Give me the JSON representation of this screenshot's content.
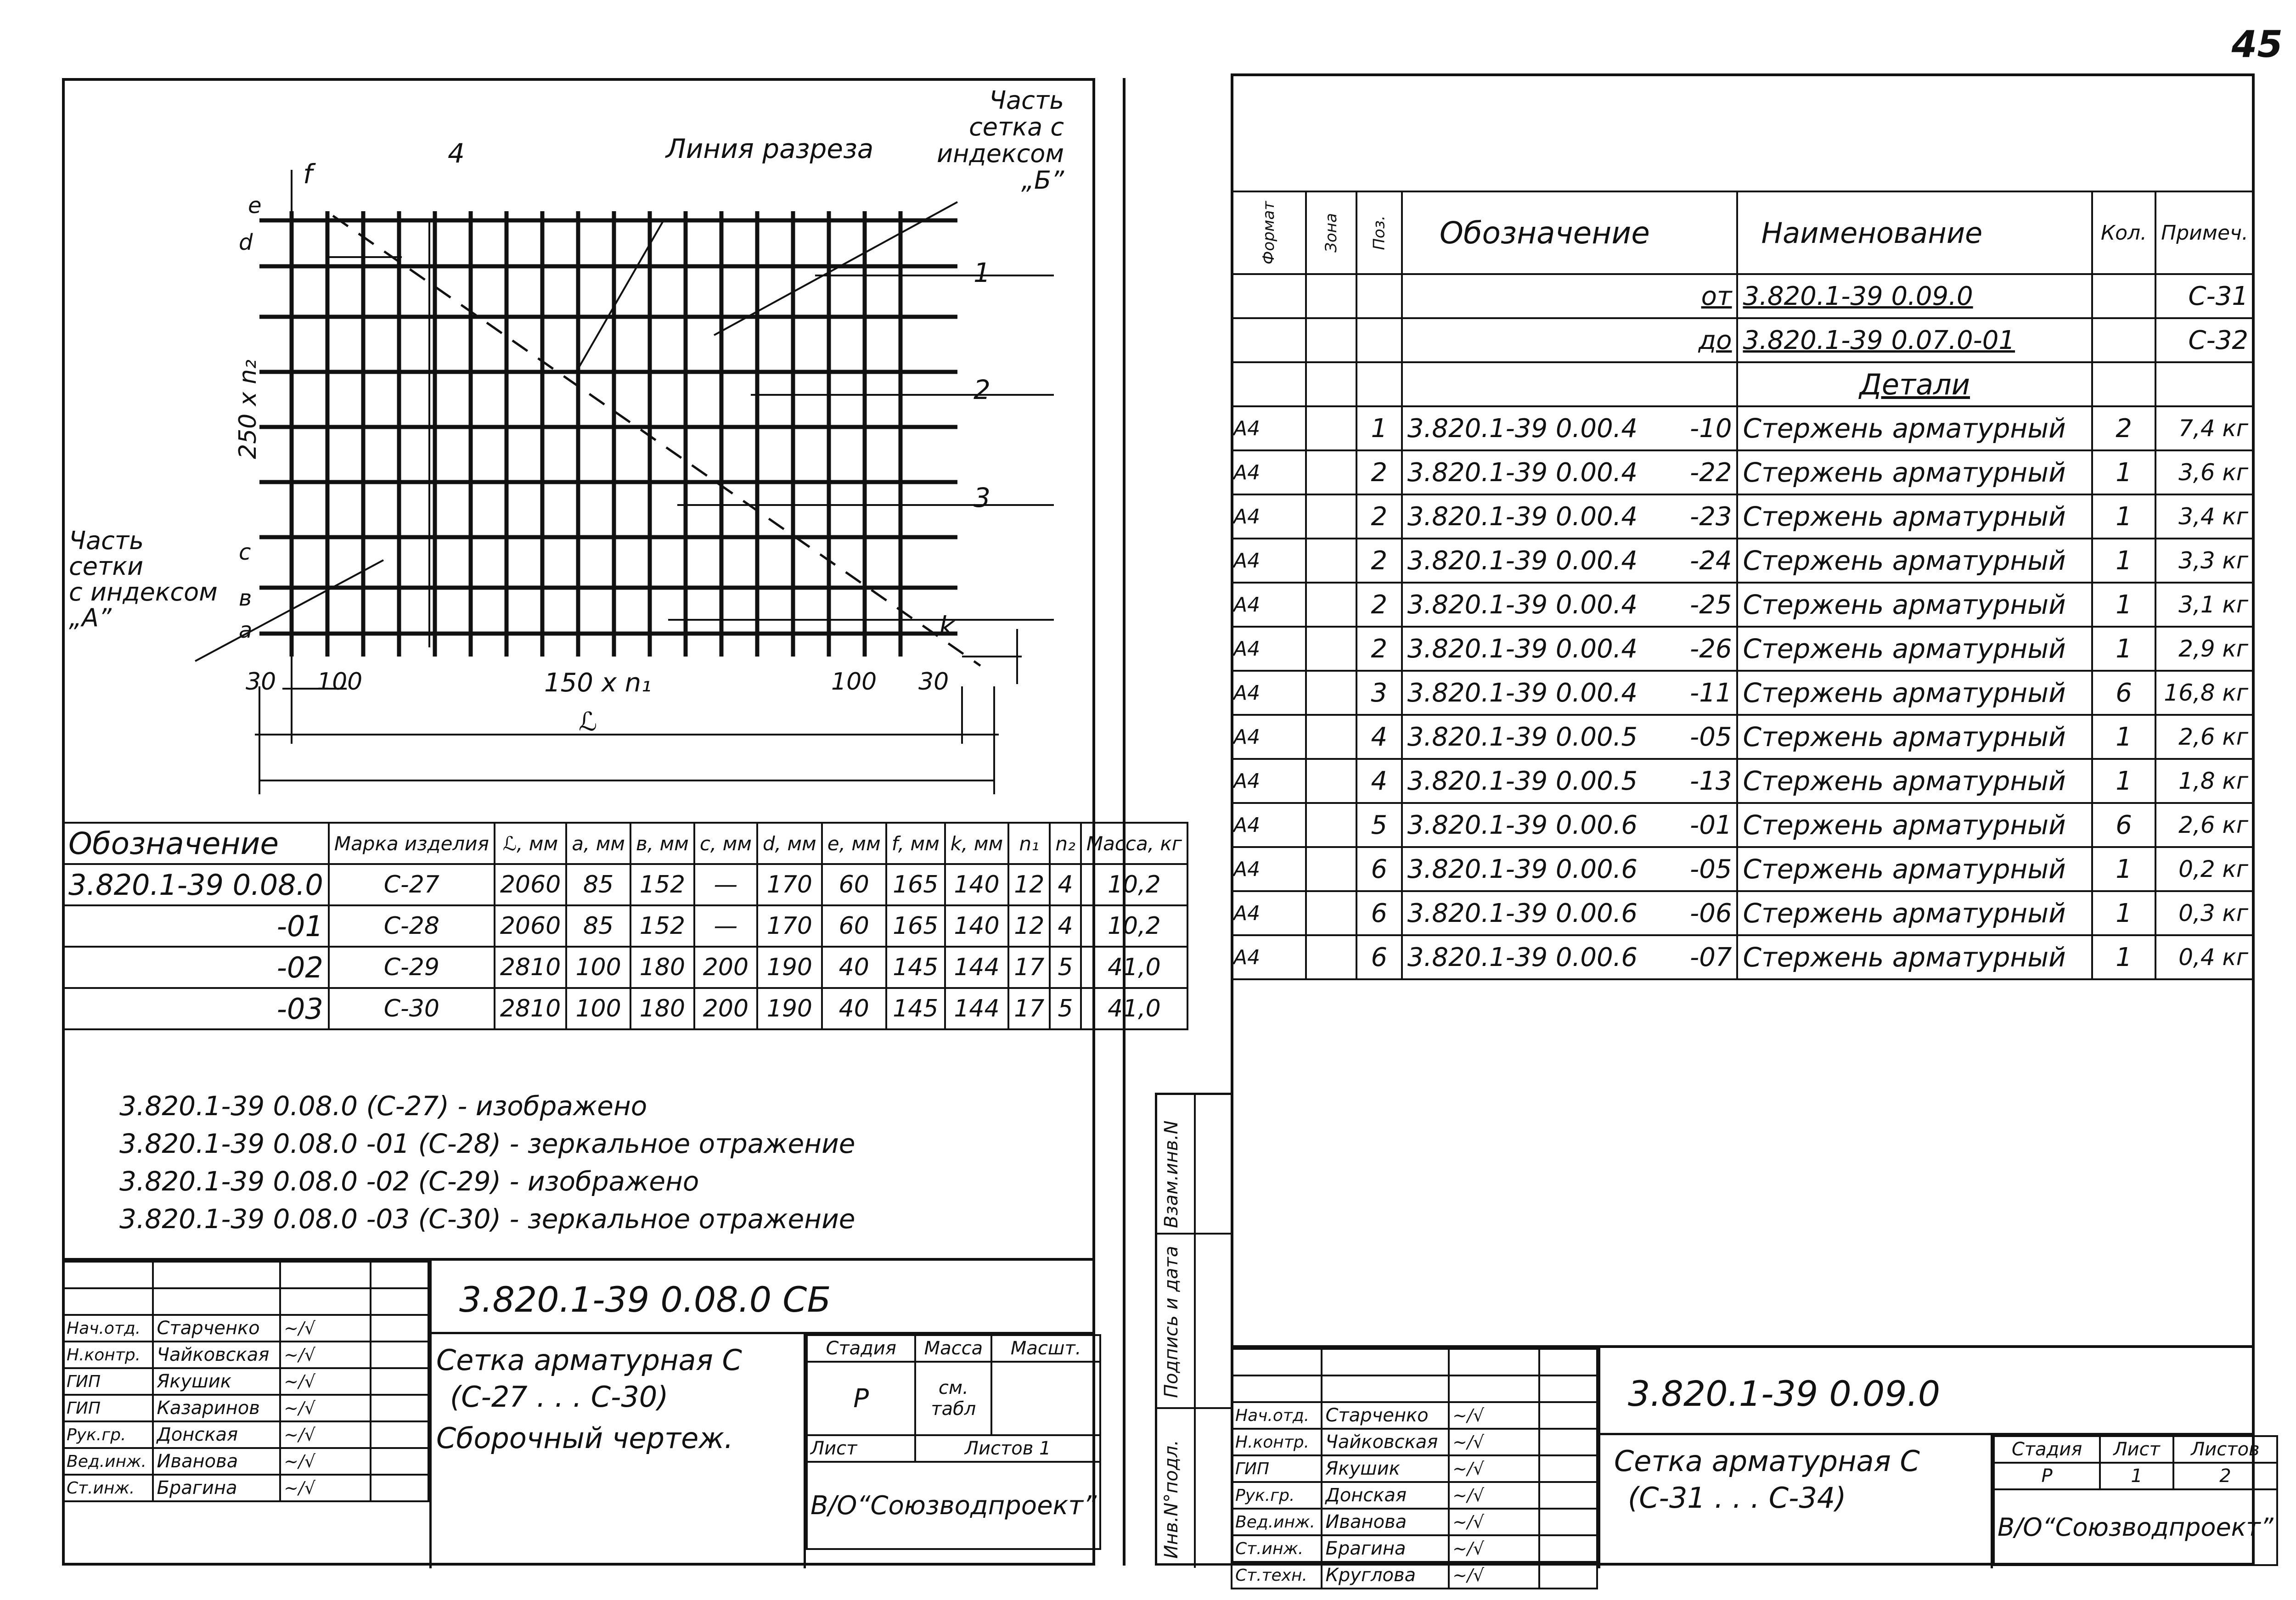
{
  "page_number": "45",
  "drawing": {
    "label_part_b": [
      "Часть",
      "сетка с",
      "индексом",
      "„Б”"
    ],
    "label_cut_line": "Линия разреза",
    "label_part_a": [
      "Часть",
      "сетки",
      "с индексом",
      "„А”"
    ],
    "callout_4": "4",
    "callout_1": "1",
    "callout_2": "2",
    "callout_3": "3",
    "dim_f": "f",
    "dim_e": "e",
    "dim_d": "d",
    "dim_250": "250 x n₂",
    "dim_c": "c",
    "dim_b": "в",
    "dim_a": "a",
    "dim_k": "k",
    "dim_30l": "30",
    "dim_100l": "100",
    "dim_150": "150 x n₁",
    "dim_100r": "100",
    "dim_30r": "30",
    "dim_L": "ℒ"
  },
  "marks_table": {
    "headers": [
      "Обозначение",
      "Марка изделия",
      "ℒ, мм",
      "a, мм",
      "в, мм",
      "c, мм",
      "d, мм",
      "e, мм",
      "f, мм",
      "k, мм",
      "n₁",
      "n₂",
      "Масса, кг"
    ],
    "rows": [
      [
        "3.820.1-39  0.08.0",
        "С-27",
        "2060",
        "85",
        "152",
        "—",
        "170",
        "60",
        "165",
        "140",
        "12",
        "4",
        "10,2"
      ],
      [
        "-01",
        "С-28",
        "2060",
        "85",
        "152",
        "—",
        "170",
        "60",
        "165",
        "140",
        "12",
        "4",
        "10,2"
      ],
      [
        "-02",
        "С-29",
        "2810",
        "100",
        "180",
        "200",
        "190",
        "40",
        "145",
        "144",
        "17",
        "5",
        "41,0"
      ],
      [
        "-03",
        "С-30",
        "2810",
        "100",
        "180",
        "200",
        "190",
        "40",
        "145",
        "144",
        "17",
        "5",
        "41,0"
      ]
    ]
  },
  "notes": [
    "3.820.1-39  0.08.0   (С-27)   - изображено",
    "3.820.1-39  0.08.0  -01 (С-28)  - зеркальное отражение",
    "3.820.1-39  0.08.0  -02 (С-29)  - изображено",
    "3.820.1-39  0.08.0  -03 (С-30)  - зеркальное отражение"
  ],
  "title_block_left": {
    "code": "3.820.1-39  0.08.0 СБ",
    "name_lines": [
      "Сетка арматурная С",
      "(С-27  .  .  .  С-30)",
      "Сборочный чертеж."
    ],
    "stage_label": "Стадия",
    "mass_label": "Масса",
    "scale_label": "Масшт.",
    "stage_value": "Р",
    "mass_value": "см. табл",
    "sheet_label": "Лист",
    "sheets_label": "Листов 1",
    "org": "В/О“Союзводпроект”",
    "staff": [
      [
        "Нач.отд.",
        "Старченко"
      ],
      [
        "Н.контр.",
        "Чайковская"
      ],
      [
        "ГИП",
        "Якушик"
      ],
      [
        "ГИП",
        "Казаринов"
      ],
      [
        "Рук.гр.",
        "Донская"
      ],
      [
        "Вед.инж.",
        "Иванова"
      ],
      [
        "Ст.инж.",
        "Брагина"
      ]
    ]
  },
  "side_strip": {
    "labels": [
      "Взам.инв.N",
      "Подпись и дата",
      "Инв.N°подл."
    ]
  },
  "spec_table": {
    "headers": [
      "Формат",
      "Зона",
      "Поз.",
      "Обозначение",
      "Наименование",
      "Кол.",
      "Примеч."
    ],
    "ref_rows": [
      {
        "prefix": "от",
        "code": "3.820.1-39  0.09.0",
        "note": "С-31"
      },
      {
        "prefix": "до",
        "code": "3.820.1-39  0.07.0-01",
        "note": "С-32"
      }
    ],
    "section": "Детали",
    "rows": [
      [
        "А4",
        "",
        "1",
        "3.820.1-39  0.00.4",
        "-10",
        "Стержень арматурный",
        "2",
        "7,4 кг"
      ],
      [
        "А4",
        "",
        "2",
        "3.820.1-39  0.00.4",
        "-22",
        "Стержень арматурный",
        "1",
        "3,6 кг"
      ],
      [
        "А4",
        "",
        "2",
        "3.820.1-39  0.00.4",
        "-23",
        "Стержень арматурный",
        "1",
        "3,4 кг"
      ],
      [
        "А4",
        "",
        "2",
        "3.820.1-39  0.00.4",
        "-24",
        "Стержень арматурный",
        "1",
        "3,3 кг"
      ],
      [
        "А4",
        "",
        "2",
        "3.820.1-39  0.00.4",
        "-25",
        "Стержень арматурный",
        "1",
        "3,1 кг"
      ],
      [
        "А4",
        "",
        "2",
        "3.820.1-39  0.00.4",
        "-26",
        "Стержень арматурный",
        "1",
        "2,9 кг"
      ],
      [
        "А4",
        "",
        "3",
        "3.820.1-39  0.00.4",
        "-11",
        "Стержень арматурный",
        "6",
        "16,8 кг"
      ],
      [
        "А4",
        "",
        "4",
        "3.820.1-39  0.00.5",
        "-05",
        "Стержень арматурный",
        "1",
        "2,6 кг"
      ],
      [
        "А4",
        "",
        "4",
        "3.820.1-39  0.00.5",
        "-13",
        "Стержень арматурный",
        "1",
        "1,8 кг"
      ],
      [
        "А4",
        "",
        "5",
        "3.820.1-39  0.00.6",
        "-01",
        "Стержень арматурный",
        "6",
        "2,6 кг"
      ],
      [
        "А4",
        "",
        "6",
        "3.820.1-39  0.00.6",
        "-05",
        "Стержень арматурный",
        "1",
        "0,2 кг"
      ],
      [
        "А4",
        "",
        "6",
        "3.820.1-39  0.00.6",
        "-06",
        "Стержень арматурный",
        "1",
        "0,3 кг"
      ],
      [
        "А4",
        "",
        "6",
        "3.820.1-39  0.00.6",
        "-07",
        "Стержень арматурный",
        "1",
        "0,4 кг"
      ]
    ]
  },
  "title_block_right": {
    "code": "3.820.1-39  0.09.0",
    "name_lines": [
      "Сетка арматурная С",
      "(С-31  .  .  .  С-34)"
    ],
    "stage_label": "Стадия",
    "sheet_label": "Лист",
    "sheets_label": "Листов",
    "stage_value": "Р",
    "sheet_value": "1",
    "sheets_value": "2",
    "org": "В/О“Союзводпроект”",
    "staff": [
      [
        "Нач.отд.",
        "Старченко"
      ],
      [
        "Н.контр.",
        "Чайковская"
      ],
      [
        "ГИП",
        "Якушик"
      ],
      [
        "Рук.гр.",
        "Донская"
      ],
      [
        "Вед.инж.",
        "Иванова"
      ],
      [
        "Ст.инж.",
        "Брагина"
      ],
      [
        "Ст.техн.",
        "Круглова"
      ]
    ]
  }
}
